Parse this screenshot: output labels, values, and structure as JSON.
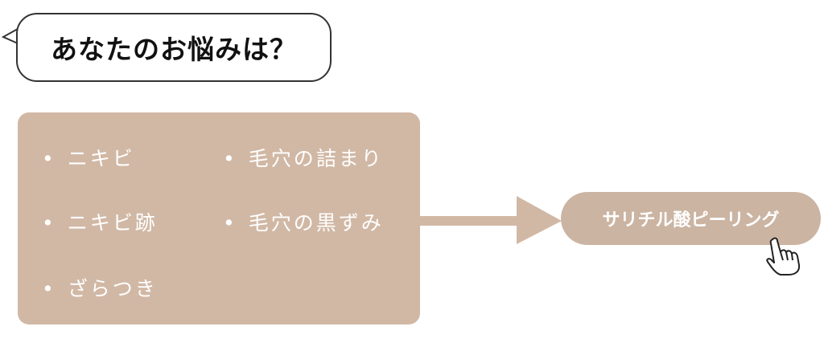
{
  "question": "あなたのお悩みは？",
  "concerns": [
    "ニキビ",
    "毛穴の詰まり",
    "ニキビ跡",
    "毛穴の黒ずみ",
    "ざらつき"
  ],
  "result_button": "サリチル酸ピーリング",
  "colors": {
    "box": "#d1b8a5",
    "pill": "#cbb4a2"
  }
}
